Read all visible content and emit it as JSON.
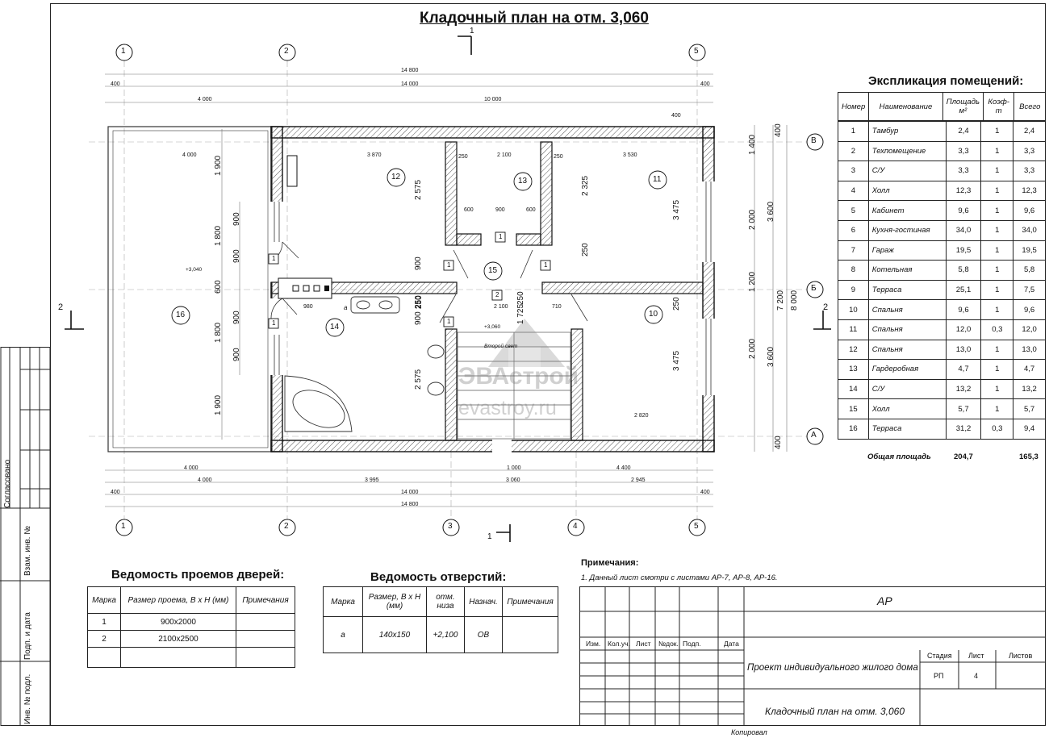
{
  "title": "Кладочный план на отм. 3,060",
  "axes": {
    "numbers_top": [
      "1",
      "2",
      "5"
    ],
    "numbers_bottom": [
      "1",
      "2",
      "3",
      "4",
      "5"
    ],
    "letters": [
      "В",
      "Б",
      "А"
    ],
    "section_mark": "1",
    "section_side": "2"
  },
  "dimensions": {
    "top_overall": "14 800",
    "top_14000": "14 000",
    "top_400a": "400",
    "top_400b": "400",
    "top_4000": "4 000",
    "top_10000": "10 000",
    "bottom_4000a": "4 000",
    "bottom_4000b": "4 000",
    "bottom_1000": "1 000",
    "bottom_4400": "4 400",
    "bottom_3995": "3 995",
    "bottom_3060": "3 060",
    "bottom_2945": "2 945",
    "bottom_14000": "14 000",
    "bottom_14800": "14 800",
    "bottom_400a": "400",
    "bottom_400b": "400",
    "right_400a": "400",
    "right_400b": "400",
    "right_1400": "1 400",
    "right_2000a": "2 000",
    "right_1200": "1 200",
    "right_2000b": "2 000",
    "right_3600a": "3 600",
    "right_3600b": "3 600",
    "right_7200": "7 200",
    "right_8000": "8 000",
    "left_1900a": "1 900",
    "left_1800a": "1 800",
    "left_600": "600",
    "left_1800b": "1 800",
    "left_1900b": "1 900",
    "left_900a": "900",
    "left_900b": "900",
    "left_900c": "900",
    "left_900d": "900",
    "terrace_width": "4 000",
    "inner_3870": "3 870",
    "inner_250a": "250",
    "inner_2100": "2 100",
    "inner_250b": "250",
    "inner_3530": "3 530",
    "inner_400": "400",
    "inner_600a": "600",
    "inner_900": "900",
    "inner_600b": "600",
    "inner_2575a": "2 575",
    "inner_2325": "2 325",
    "inner_3475a": "3 475",
    "inner_980": "980",
    "inner_2100b": "2 100",
    "inner_710": "710",
    "inner_3475b": "3 475",
    "inner_2575b": "2 575",
    "inner_2820": "2 820",
    "inner_900b": "900",
    "inner_250c": "250",
    "inner_250d": "250",
    "inner_900c": "900",
    "inner_250e": "250",
    "inner_250f": "250",
    "inner_250g": "250",
    "inner_1725": "1 725"
  },
  "levels": {
    "terrace": "+3,040",
    "hall": "+3,060",
    "second_light": "Второй свет"
  },
  "room_numbers": [
    "16",
    "12",
    "13",
    "11",
    "15",
    "14",
    "10"
  ],
  "door_marks": [
    "1",
    "1",
    "1",
    "1",
    "1",
    "1",
    "2"
  ],
  "hole_mark": "a",
  "watermark": {
    "brand": "ЭВАстрой",
    "site": "evastroy.ru"
  },
  "explication": {
    "title": "Экспликация помещений:",
    "headers": [
      "Номер",
      "Наименование",
      "Площадь м²",
      "Коэф-т",
      "Всего"
    ],
    "rows": [
      [
        "1",
        "Тамбур",
        "2,4",
        "1",
        "2,4"
      ],
      [
        "2",
        "Техпомещение",
        "3,3",
        "1",
        "3,3"
      ],
      [
        "3",
        "С/У",
        "3,3",
        "1",
        "3,3"
      ],
      [
        "4",
        "Холл",
        "12,3",
        "1",
        "12,3"
      ],
      [
        "5",
        "Кабинет",
        "9,6",
        "1",
        "9,6"
      ],
      [
        "6",
        "Кухня-гостиная",
        "34,0",
        "1",
        "34,0"
      ],
      [
        "7",
        "Гараж",
        "19,5",
        "1",
        "19,5"
      ],
      [
        "8",
        "Котельная",
        "5,8",
        "1",
        "5,8"
      ],
      [
        "9",
        "Терраса",
        "25,1",
        "1",
        "7,5"
      ],
      [
        "10",
        "Спальня",
        "9,6",
        "1",
        "9,6"
      ],
      [
        "11",
        "Спальня",
        "12,0",
        "0,3",
        "12,0"
      ],
      [
        "12",
        "Спальня",
        "13,0",
        "1",
        "13,0"
      ],
      [
        "13",
        "Гардеробная",
        "4,7",
        "1",
        "4,7"
      ],
      [
        "14",
        "С/У",
        "13,2",
        "1",
        "13,2"
      ],
      [
        "15",
        "Холл",
        "5,7",
        "1",
        "5,7"
      ],
      [
        "16",
        "Терраса",
        "31,2",
        "0,3",
        "9,4"
      ]
    ],
    "total_label": "Общая площадь",
    "total_area": "204,7",
    "total_sum": "165,3"
  },
  "doors": {
    "title": "Ведомость проемов дверей:",
    "headers": [
      "Марка",
      "Размер проема, В х Н (мм)",
      "Примечания"
    ],
    "rows": [
      [
        "1",
        "900x2000",
        ""
      ],
      [
        "2",
        "2100x2500",
        ""
      ]
    ]
  },
  "holes": {
    "title": "Ведомость отверстий:",
    "headers": [
      "Марка",
      "Размер, В х Н (мм)",
      "отм. низа",
      "Назнач.",
      "Примечания"
    ],
    "rows": [
      [
        "а",
        "140x150",
        "+2,100",
        "ОВ",
        ""
      ]
    ]
  },
  "notes": {
    "title": "Примечания:",
    "text": "1. Данный лист смотри с листами АР-7, АР-8, АР-16."
  },
  "stamp": {
    "code": "АР",
    "cols": [
      "Изм.",
      "Кол.уч.",
      "Лист",
      "№док.",
      "Подп.",
      "Дата"
    ],
    "project": "Проект индивидуального жилого дома",
    "sheet_title": "Кладочный план на отм. 3,060",
    "stage_label": "Стадия",
    "sheet_label": "Лист",
    "sheets_label": "Листов",
    "stage": "РП",
    "sheet": "4",
    "sheets": "",
    "copied": "Копировал"
  },
  "sidebar": {
    "agreed": "Согласовано",
    "vzam": "Взам. инв. №",
    "podp": "Подп. и дата",
    "inv": "Инв. № подл."
  }
}
